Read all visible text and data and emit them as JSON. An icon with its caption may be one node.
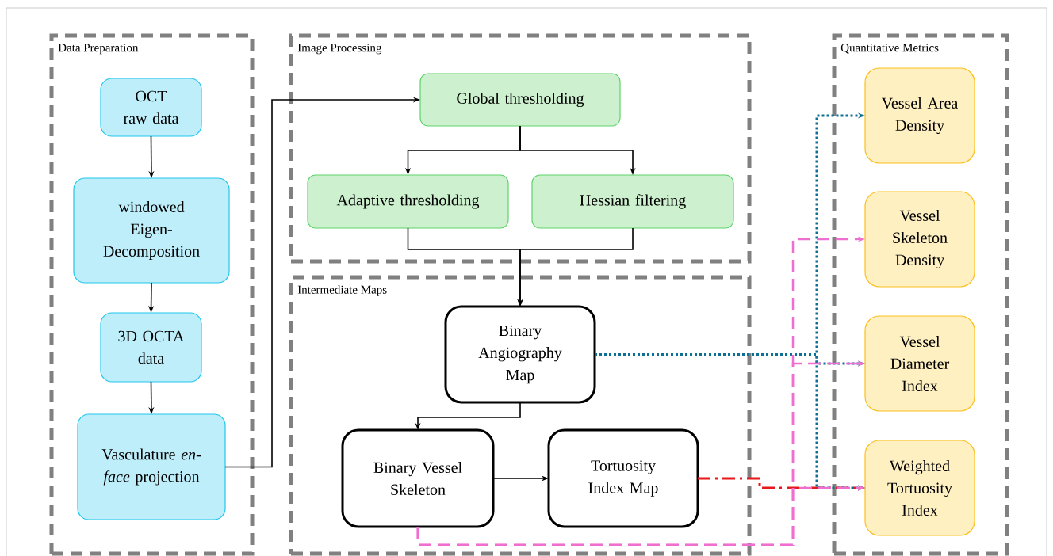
{
  "diagram": {
    "nodes": [
      {
        "text": [
          "Data Preparation"
        ]
      },
      {
        "text": [
          "Image Processing"
        ]
      },
      {
        "text": [
          "Intermediate Maps"
        ]
      },
      {
        "text": [
          "Quantitative Metrics"
        ]
      },
      {
        "text": [
          "OCT raw data"
        ],
        "in": 0
      },
      {
        "text": [
          "windowed Eigen-Decomposition"
        ],
        "in": 0
      },
      {
        "text": [
          "3D OCTA data"
        ],
        "in": 0
      },
      {
        "text": [
          "Vasculature *en-face* projection"
        ],
        "in": 0
      },
      {
        "text": [
          "Global thresholding"
        ],
        "in": 1
      },
      {
        "text": [
          "Adaptive thresholding"
        ],
        "in": 1
      },
      {
        "text": [
          "Hessian filtering"
        ],
        "in": 1
      },
      {
        "text": [
          "Binary Angiography Map"
        ],
        "in": 2
      },
      {
        "text": [
          "Binary Vessel Skeleton"
        ],
        "in": 2
      },
      {
        "text": [
          "Tortuosity Index Map"
        ],
        "in": 2
      },
      {
        "text": [
          "Vessel Area Density"
        ],
        "in": 3
      },
      {
        "text": [
          "Vessel Skeleton Density"
        ],
        "in": 3
      },
      {
        "text": [
          "Vessel Diameter Index"
        ],
        "in": 3
      },
      {
        "text": [
          "Weighted Tortuosity Index"
        ],
        "in": 3
      }
    ],
    "edges": [
      {
        "from": 4,
        "to": 5,
        "arrow": "to"
      },
      {
        "from": 5,
        "to": 6,
        "arrow": "to"
      },
      {
        "from": 6,
        "to": 7,
        "arrow": "to"
      },
      {
        "from": 7,
        "to": 8,
        "arrow": "to"
      },
      {
        "from": 8,
        "to": 9,
        "arrow": "to"
      },
      {
        "from": 8,
        "to": 10,
        "arrow": "to"
      },
      {
        "from": 9,
        "to": 11,
        "arrow": "to"
      },
      {
        "from": 10,
        "to": 11,
        "arrow": "to"
      },
      {
        "from": 11,
        "to": 12,
        "arrow": "to"
      },
      {
        "from": 12,
        "to": 13,
        "arrow": "to"
      },
      {
        "from": 13,
        "to": 17,
        "arrow": "to",
        "style": "dashed",
        "color": "#e8191b"
      },
      {
        "from": 11,
        "to": 14,
        "arrow": "to",
        "style": "dashed",
        "color": "#0f6e96"
      },
      {
        "from": 11,
        "to": 16,
        "arrow": "to",
        "style": "dashed",
        "color": "#0f6e96"
      },
      {
        "from": 11,
        "to": 17,
        "arrow": "to",
        "style": "dashed",
        "color": "#0f6e96"
      },
      {
        "from": 12,
        "to": 15,
        "arrow": "to",
        "style": "dashed",
        "color": "#f06ed0"
      },
      {
        "from": 12,
        "to": 16,
        "arrow": "to",
        "style": "dashed",
        "color": "#f06ed0"
      },
      {
        "from": 12,
        "to": 17,
        "arrow": "to",
        "style": "dashed",
        "color": "#f06ed0"
      }
    ]
  }
}
